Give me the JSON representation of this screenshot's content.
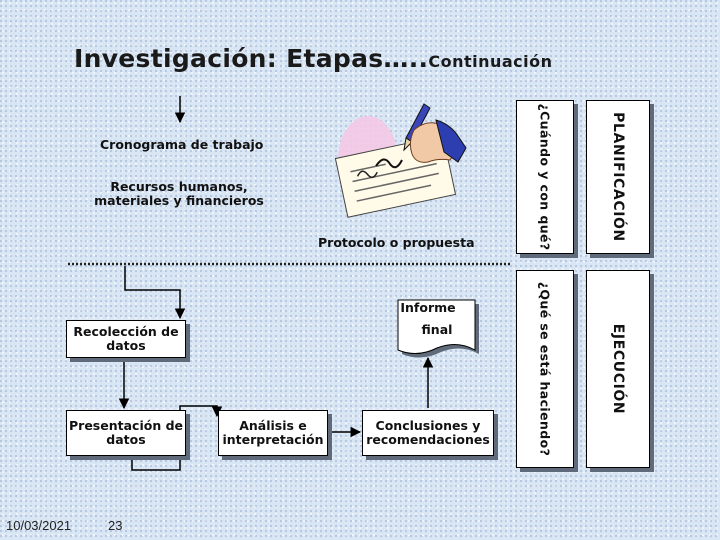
{
  "title": {
    "main": "Investigación: Etapas…..",
    "suffix": "Continuación"
  },
  "boxes": {
    "cronograma": "Cronograma de trabajo",
    "recursos": "Recursos humanos, materiales y financieros",
    "protocolo": "Protocolo o propuesta",
    "informe_line1": "Informe",
    "informe_line2": "final",
    "recoleccion": "Recolección de datos",
    "presentacion": "Presentación de datos",
    "analisis": "Análisis e interpretación",
    "conclusiones": "Conclusiones y recomendaciones"
  },
  "side": {
    "question_top": "¿Cuándo y con qué?",
    "question_bottom": "¿Qué se está haciendo?",
    "phase_top": "PLANIFICACIÓN",
    "phase_bottom": "EJECUCIÓN"
  },
  "footer": {
    "date": "10/03/2021",
    "page": "23"
  }
}
